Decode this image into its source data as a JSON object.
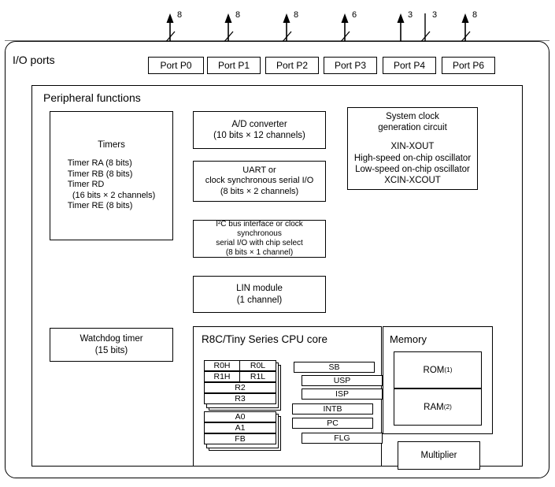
{
  "diagram": {
    "io_ports_label": "I/O ports",
    "peripheral_label": "Peripheral functions",
    "cpu_label": "R8C/Tiny Series CPU core",
    "memory_label": "Memory"
  },
  "ports": [
    {
      "name": "Port P0",
      "signals": [
        {
          "width": "8",
          "direction": "bidirectional"
        }
      ]
    },
    {
      "name": "Port P1",
      "signals": [
        {
          "width": "8",
          "direction": "bidirectional"
        }
      ]
    },
    {
      "name": "Port P2",
      "signals": [
        {
          "width": "8",
          "direction": "bidirectional"
        }
      ]
    },
    {
      "name": "Port P3",
      "signals": [
        {
          "width": "6",
          "direction": "bidirectional"
        }
      ]
    },
    {
      "name": "Port P4",
      "signals": [
        {
          "width": "3",
          "direction": "bidirectional"
        },
        {
          "width": "3",
          "direction": "input"
        }
      ]
    },
    {
      "name": "Port P6",
      "signals": [
        {
          "width": "8",
          "direction": "bidirectional"
        }
      ]
    }
  ],
  "peripherals": {
    "timers": {
      "title": "Timers",
      "items": [
        "Timer RA (8 bits)",
        "Timer RB (8 bits)",
        "Timer RD",
        "  (16 bits × 2 channels)",
        "Timer RE (8 bits)"
      ]
    },
    "adc": {
      "line1": "A/D converter",
      "line2": "(10 bits × 12 channels)"
    },
    "uart": {
      "line1": "UART or",
      "line2": "clock synchronous serial I/O",
      "line3": "(8 bits × 2 channels)"
    },
    "i2c": {
      "line1": "I²C bus interface or clock synchronous",
      "line2": "serial I/O with chip select",
      "line3": "(8 bits × 1 channel)"
    },
    "lin": {
      "line1": "LIN module",
      "line2": "(1 channel)"
    },
    "clock": {
      "line1": "System clock",
      "line2": "generation circuit",
      "line3": "XIN-XOUT",
      "line4": "High-speed on-chip oscillator",
      "line5": "Low-speed on-chip oscillator",
      "line6": "XCIN-XCOUT"
    },
    "watchdog": {
      "line1": "Watchdog timer",
      "line2": "(15 bits)"
    }
  },
  "cpu_registers": {
    "data_registers": [
      {
        "left": "R0H",
        "right": "R0L"
      },
      {
        "left": "R1H",
        "right": "R1L"
      },
      {
        "full": "R2"
      },
      {
        "full": "R3"
      }
    ],
    "address_registers": [
      {
        "full": "A0"
      },
      {
        "full": "A1"
      },
      {
        "full": "FB"
      }
    ],
    "control_registers": [
      {
        "label": "SB",
        "indent": "left"
      },
      {
        "label": "USP",
        "indent": "right"
      },
      {
        "label": "ISP",
        "indent": "right"
      },
      {
        "label": "INTB",
        "indent": "left"
      },
      {
        "label": "PC",
        "indent": "left"
      },
      {
        "label": "FLG",
        "indent": "right"
      }
    ]
  },
  "memory": {
    "rom_label": "ROM",
    "rom_note": "(1)",
    "ram_label": "RAM",
    "ram_note": "(2)"
  },
  "multiplier": {
    "label": "Multiplier"
  },
  "colors": {
    "line": "#000000",
    "bus_line": "#808080",
    "background": "#ffffff"
  }
}
